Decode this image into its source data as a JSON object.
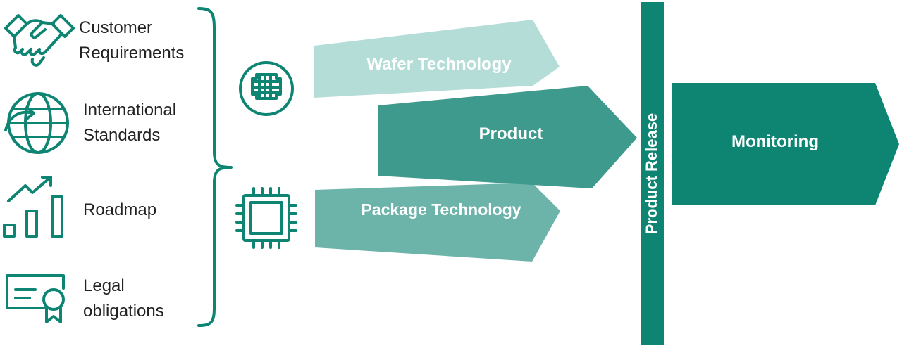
{
  "inputs": [
    {
      "lines": [
        "Customer",
        "Requirements"
      ],
      "icon": "handshake-icon"
    },
    {
      "lines": [
        "International",
        "Standards"
      ],
      "icon": "globe-icon"
    },
    {
      "lines": [
        "Roadmap"
      ],
      "icon": "growth-chart-icon"
    },
    {
      "lines": [
        "Legal",
        "obligations"
      ],
      "icon": "certificate-icon"
    }
  ],
  "flows": {
    "wafer": {
      "label": "Wafer Technology",
      "icon": "wafer-icon",
      "color": "#b5ddd7"
    },
    "product": {
      "label": "Product",
      "color": "#3f9a8e"
    },
    "package": {
      "label": "Package Technology",
      "icon": "chip-icon",
      "color": "#6cb3aa"
    }
  },
  "release": {
    "label": "Product Release",
    "color": "#0e8473"
  },
  "monitoring": {
    "label": "Monitoring",
    "color": "#0e8473"
  },
  "accent_color": "#0e8473"
}
